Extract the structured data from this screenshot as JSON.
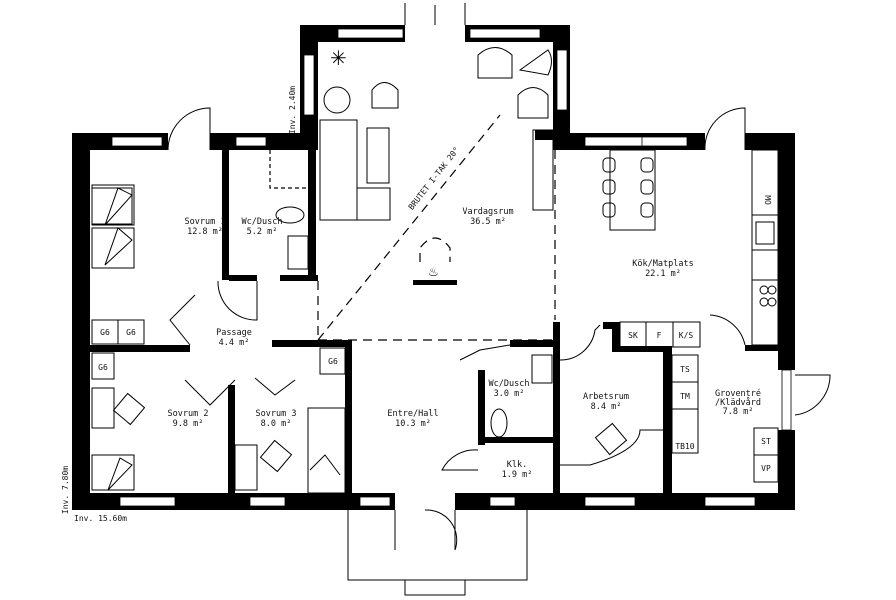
{
  "plan": {
    "rooms": {
      "sovrum1": {
        "name": "Sovrum 1",
        "area": "12.8 m²"
      },
      "wc1": {
        "name": "Wc/Dusch",
        "area": "5.2 m²"
      },
      "vardagsrum": {
        "name": "Vardagsrum",
        "area": "36.5 m²"
      },
      "kok": {
        "name": "Kök/Matplats",
        "area": "22.1 m²"
      },
      "passage": {
        "name": "Passage",
        "area": "4.4 m²"
      },
      "sovrum2": {
        "name": "Sovrum 2",
        "area": "9.8 m²"
      },
      "sovrum3": {
        "name": "Sovrum 3",
        "area": "8.0 m²"
      },
      "hall": {
        "name": "Entre/Hall",
        "area": "10.3 m²"
      },
      "wc2": {
        "name": "Wc/Dusch",
        "area": "3.0 m²"
      },
      "klk": {
        "name": "Klk.",
        "area": "1.9 m²"
      },
      "arbetsrum": {
        "name": "Arbetsrum",
        "area": "8.4 m²"
      },
      "groventre": {
        "name": "Groventré",
        "name2": "/Klädvård",
        "area": "7.8 m²"
      }
    },
    "cabinets": {
      "g6": "G6",
      "sk": "SK",
      "f": "F",
      "ks": "K/S",
      "ts": "TS",
      "tm": "TM",
      "tb10": "TB10",
      "st": "ST",
      "vp": "VP",
      "mo": "MO"
    },
    "annotations": {
      "roof": "BRUTET I-TAK 20°",
      "height": "Inv. 2.40m",
      "depth": "Inv. 7.80m",
      "width": "Inv. 15.60m"
    }
  }
}
